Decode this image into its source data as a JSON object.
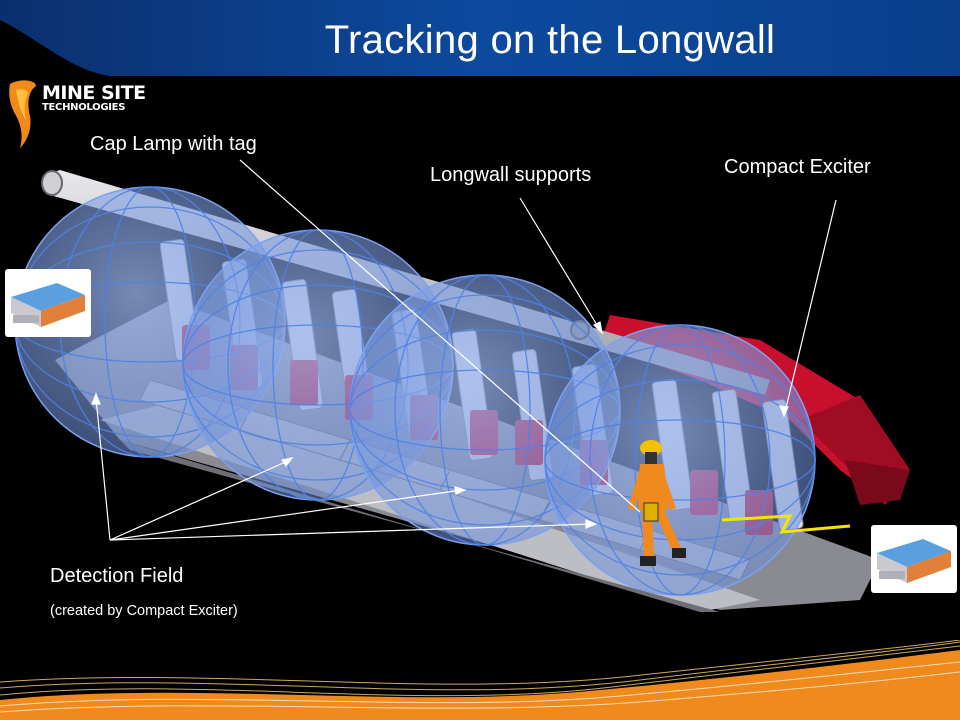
{
  "header": {
    "title": "Tracking on the Longwall"
  },
  "logo": {
    "line1": "MINE SITE",
    "line2": "TECHNOLOGIES"
  },
  "labels": {
    "cap_lamp": "Cap Lamp with tag",
    "longwall_supports": "Longwall supports",
    "compact_exciter": "Compact Exciter",
    "detection_field": "Detection Field",
    "detection_field_sub": "(created by Compact Exciter)"
  },
  "devices": {
    "left_icon": "exciter-device-icon",
    "right_icon": "exciter-device-icon"
  },
  "colors": {
    "title_bar": "#0a3c86",
    "accent_orange": "#f08a1c",
    "support_red": "#c8102e",
    "field_blue": "#5a8fe0",
    "background": "#000000"
  }
}
